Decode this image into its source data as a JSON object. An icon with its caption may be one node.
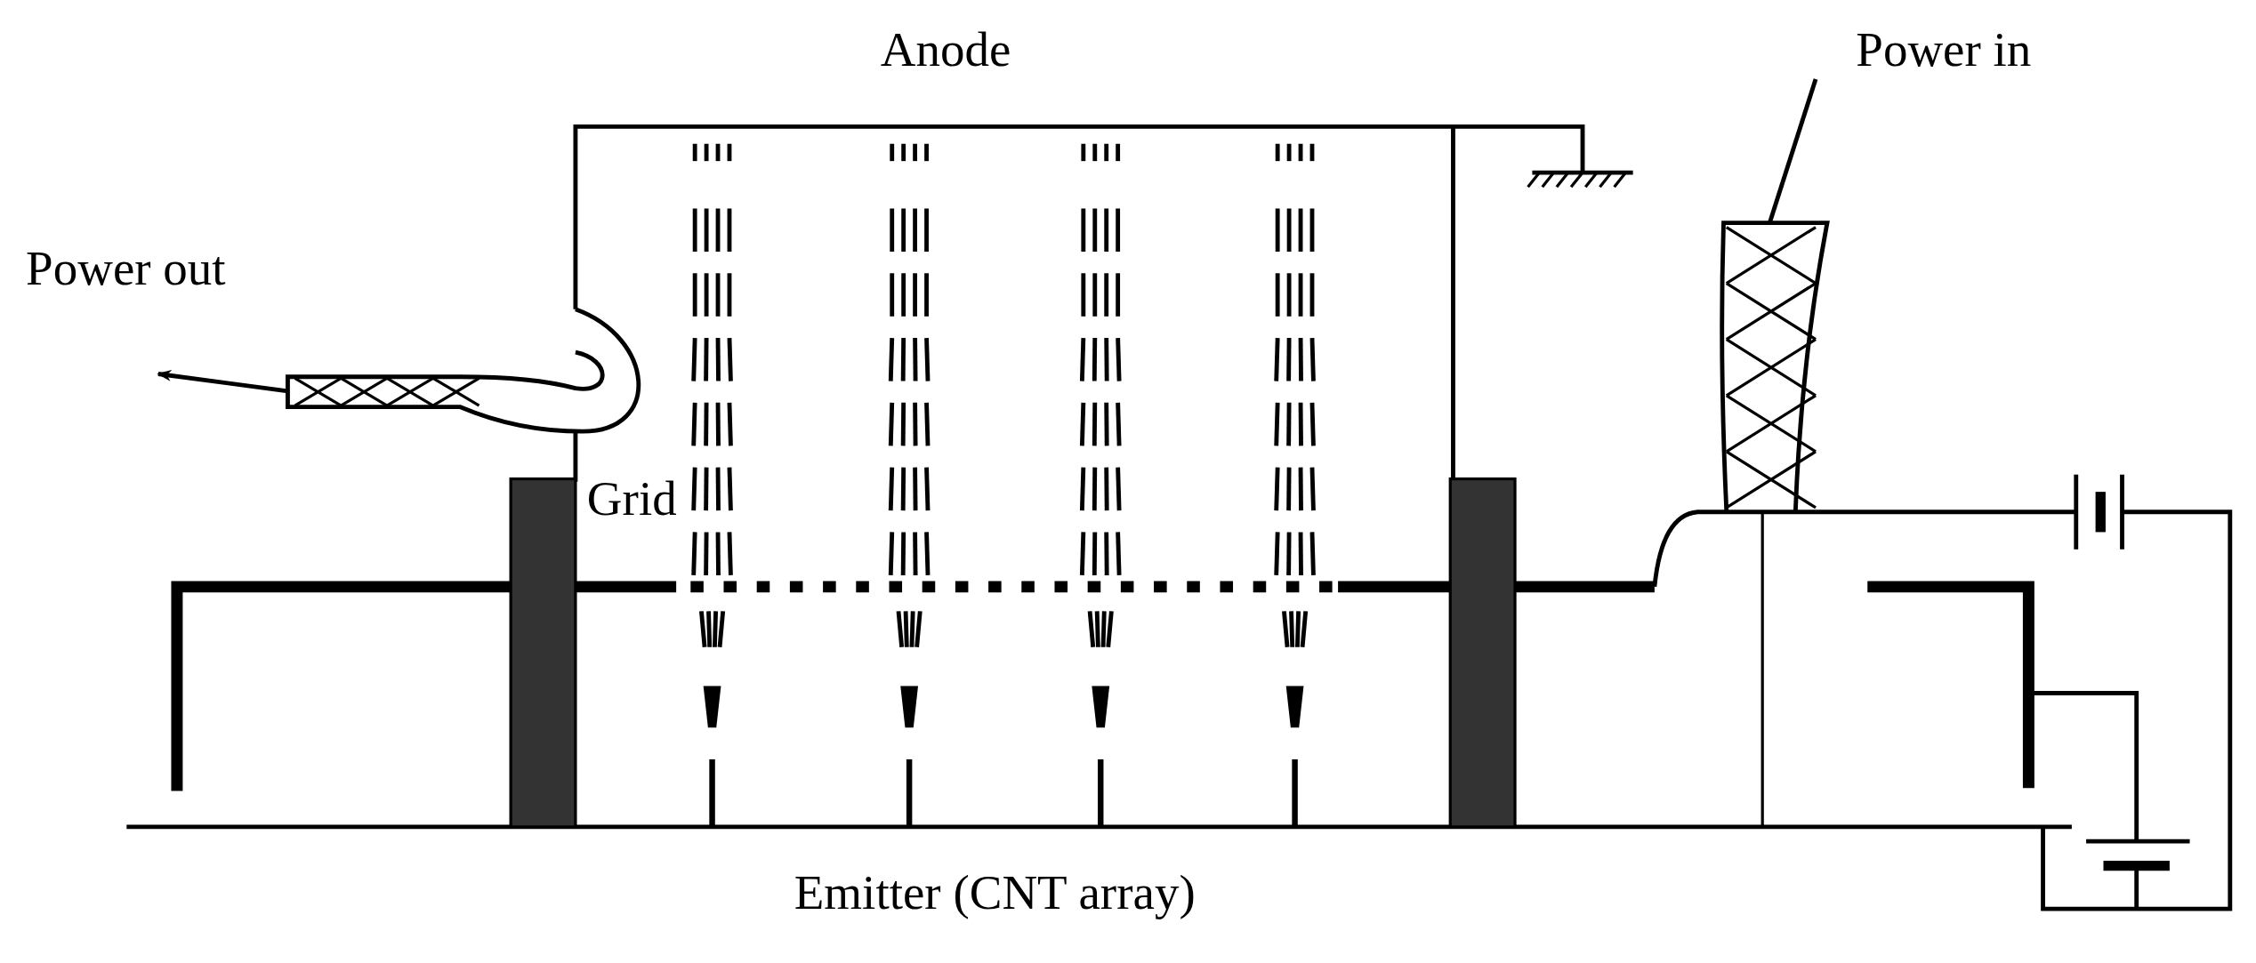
{
  "diagram": {
    "labels": [
      "Anode",
      "Power in",
      "Power out",
      "Grid",
      "Emitter (CNT array)"
    ]
  }
}
